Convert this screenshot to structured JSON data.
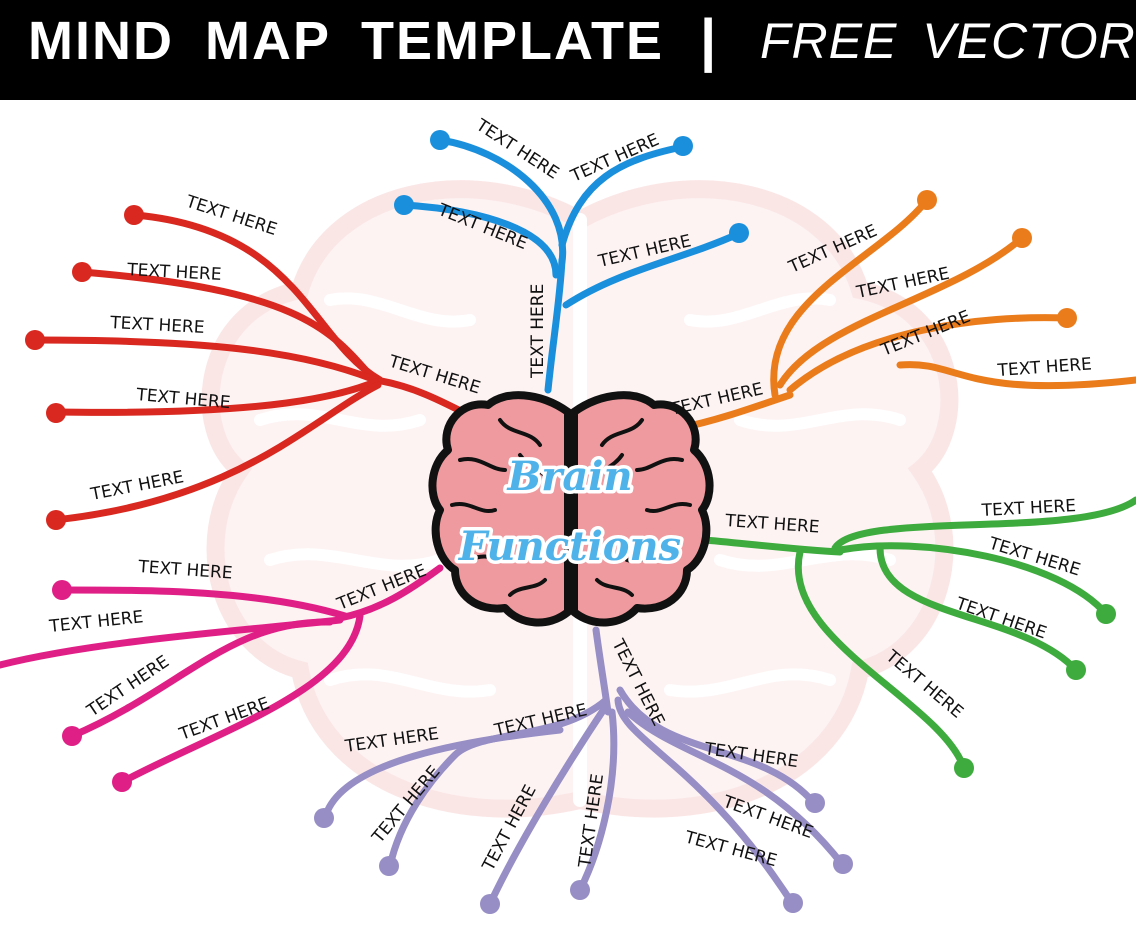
{
  "header": {
    "title": "MIND MAP TEMPLATE",
    "separator": "|",
    "subtitle": "FREE VECTOR"
  },
  "center": {
    "line1": "Brain",
    "line2": "Functions"
  },
  "branches": {
    "top": {
      "color": "#1a8fdc",
      "main_label": "TEXT HERE",
      "leaf_labels": [
        "TEXT HERE",
        "TEXT HERE",
        "TEXT HERE",
        "TEXT HERE"
      ]
    },
    "left_red": {
      "color": "#d8281f",
      "main_label": "TEXT HERE",
      "leaf_labels": [
        "TEXT HERE",
        "TEXT HERE",
        "TEXT HERE",
        "TEXT HERE",
        "TEXT HERE"
      ]
    },
    "right_orange": {
      "color": "#ea7c1c",
      "main_label": "TEXT HERE",
      "leaf_labels": [
        "TEXT HERE",
        "TEXT HERE",
        "TEXT HERE",
        "TEXT HERE"
      ]
    },
    "right_green": {
      "color": "#3dab3d",
      "main_label": "TEXT HERE",
      "leaf_labels": [
        "TEXT HERE",
        "TEXT HERE",
        "TEXT HERE",
        "TEXT HERE"
      ]
    },
    "left_pink": {
      "color": "#e01f86",
      "main_label": "TEXT HERE",
      "leaf_labels": [
        "TEXT HERE",
        "TEXT HERE",
        "TEXT HERE",
        "TEXT HERE"
      ]
    },
    "bottom_purple": {
      "color": "#968ec4",
      "main_label": "TEXT HERE",
      "leaf_labels": [
        "TEXT HERE",
        "TEXT HERE",
        "TEXT HERE",
        "TEXT HERE",
        "TEXT HERE",
        "TEXT HERE",
        "TEXT HERE",
        "TEXT HERE"
      ]
    }
  },
  "colors": {
    "brain_fill": "#ee9a9e",
    "brain_outline": "#111111",
    "watermark": "#fbecec"
  }
}
